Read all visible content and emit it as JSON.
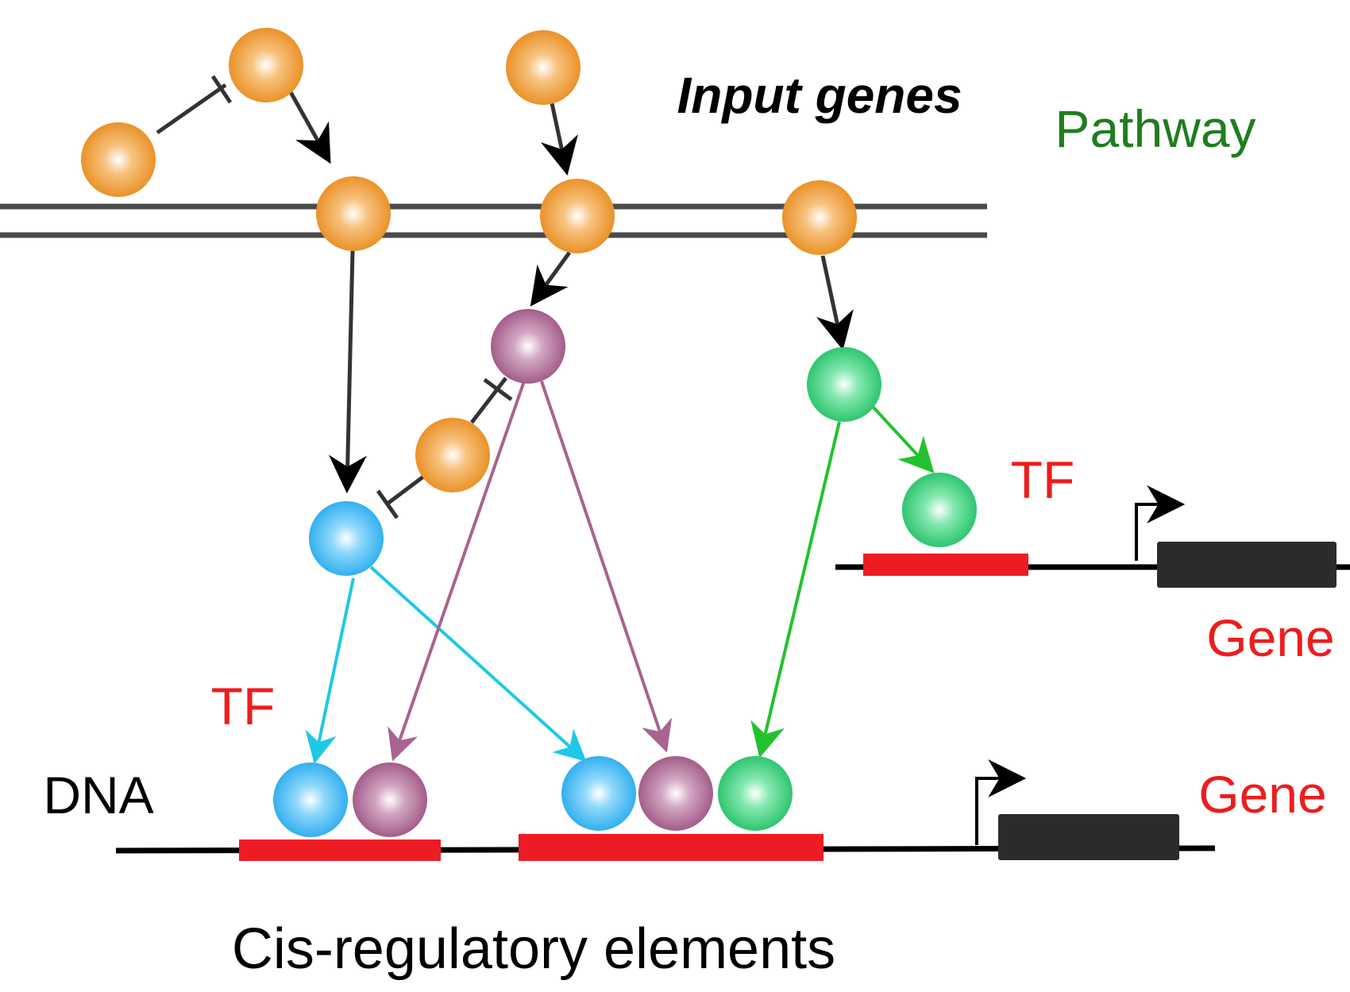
{
  "labels": {
    "input_genes": "Input genes",
    "pathway": "Pathway",
    "tf_right": "TF",
    "tf_left": "TF",
    "gene_right": "Gene",
    "gene_bottom": "Gene",
    "dna": "DNA",
    "cis_regulatory": "Cis-regulatory elements"
  },
  "colors": {
    "input_gene": "#f0962a",
    "tf_blue": "#31b4f0",
    "tf_purple": "#a9638f",
    "tf_green": "#2ec873",
    "membrane": "#4a4a4a",
    "cis_element": "#ed1c24",
    "gene_body": "#2b2b2b",
    "pathway_text": "#1e7d1e",
    "tf_text": "#ee1c1c",
    "arrow_blue": "#1ec8e6",
    "arrow_purple": "#a9638f",
    "arrow_green": "#22c22e"
  }
}
